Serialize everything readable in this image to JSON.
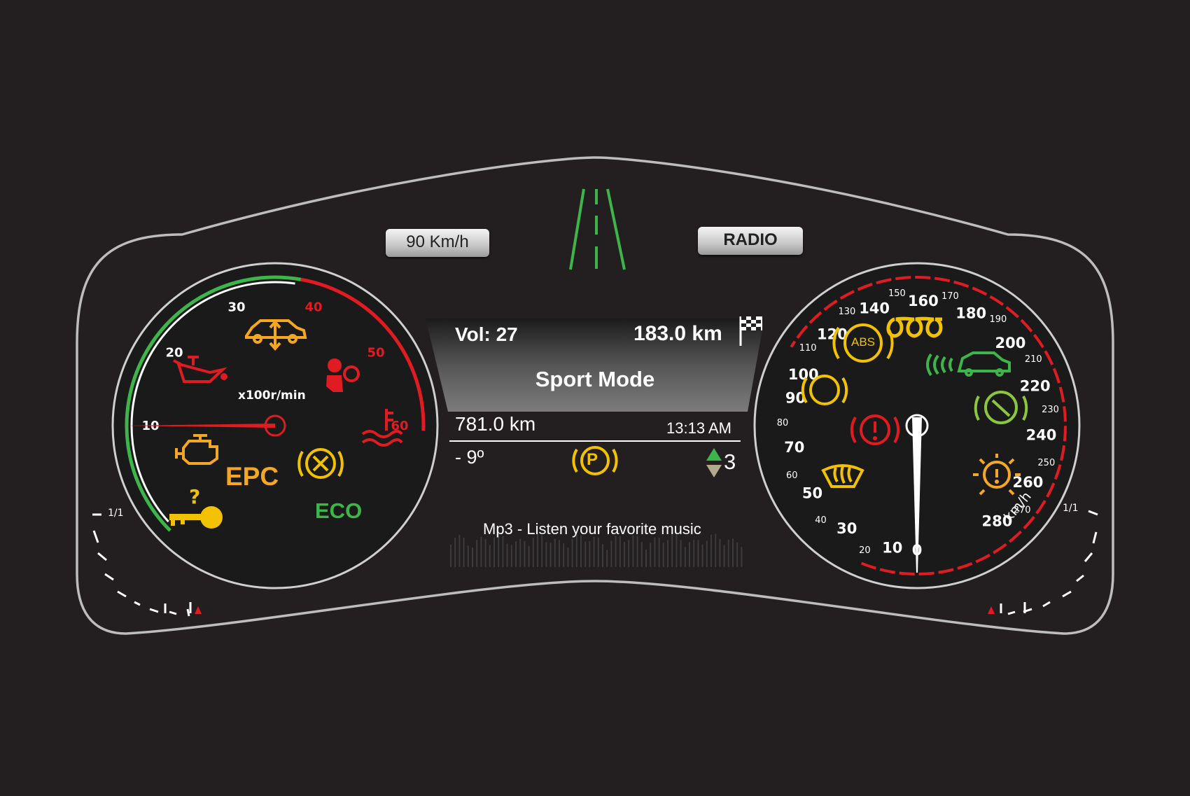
{
  "header": {
    "speed_limit_label": "90 Km/h",
    "radio_label": "RADIO"
  },
  "display": {
    "volume": "Vol: 27",
    "trip_distance": "183.0 km",
    "mode": "Sport Mode",
    "odometer": "781.0 km",
    "time": "13:13 AM",
    "temperature": "- 9º",
    "gear": "3",
    "parking_symbol": "P",
    "media_text": "Mp3 - Listen your favorite music"
  },
  "tachometer": {
    "unit_label": "x100r/min",
    "ticks": [
      "10",
      "20",
      "30",
      "40",
      "50",
      "60"
    ],
    "needle_value": 10,
    "max_value": 60,
    "epc_label": "EPC",
    "eco_label": "ECO",
    "fuel_label": "1/1"
  },
  "speedometer": {
    "unit_label": "km/h",
    "major_ticks": [
      "0",
      "10",
      "30",
      "50",
      "70",
      "90",
      "100",
      "120",
      "140",
      "160",
      "180",
      "200",
      "220",
      "240",
      "260",
      "280"
    ],
    "minor_ticks": [
      "20",
      "40",
      "60",
      "80",
      "110",
      "130",
      "150",
      "170",
      "190",
      "210",
      "230",
      "250",
      "270"
    ],
    "needle_value": 0,
    "abs_label": "ABS",
    "temp_label": "1/1"
  },
  "colors": {
    "background": "#231f20",
    "green": "#3db54a",
    "red": "#e11b22",
    "yellow": "#f2c100",
    "orange": "#f5a623",
    "white": "#ffffff"
  }
}
